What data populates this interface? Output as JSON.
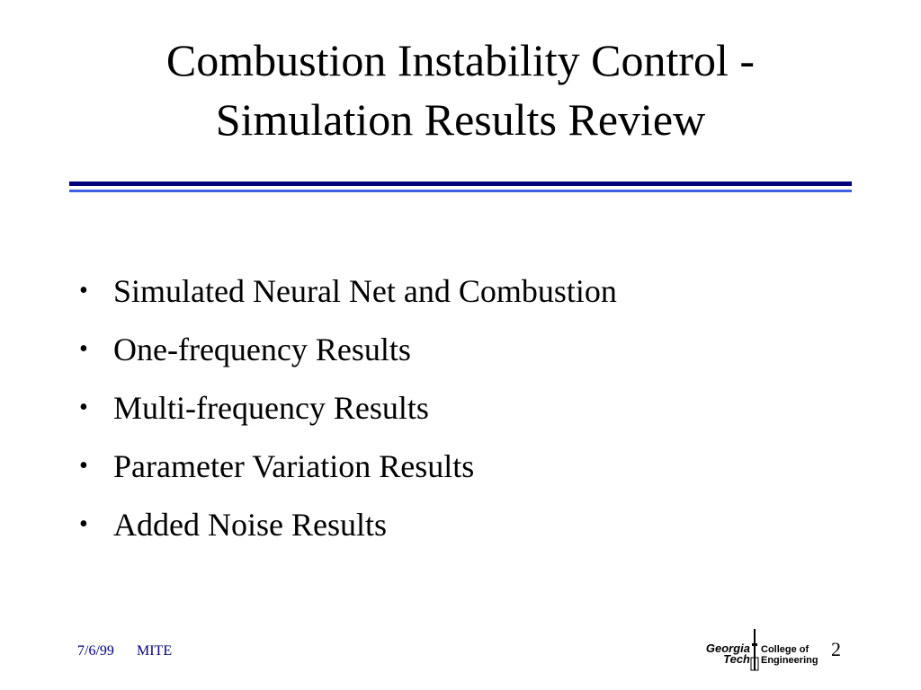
{
  "slide": {
    "title_line1": "Combustion Instability Control -",
    "title_line2": "Simulation Results Review",
    "bullets": [
      "Simulated Neural Net and Combustion",
      "One-frequency Results",
      "Multi-frequency Results",
      "Parameter Variation Results",
      "Added Noise Results"
    ],
    "bullet_glyph": "•",
    "footer_date": "7/6/99",
    "footer_org": "MITE",
    "page_number": "2",
    "logo": {
      "name": "georgia-tech-college-of-engineering-logo",
      "left_line1": "Georgia",
      "left_line2": "Tech",
      "right_line1": "College of",
      "right_line2": "Engineering"
    }
  },
  "colors": {
    "background": "#ffffff",
    "text": "#000000",
    "rule_dark": "#00007a",
    "rule_light": "#3d5fe0",
    "footer_text": "#00007a"
  }
}
